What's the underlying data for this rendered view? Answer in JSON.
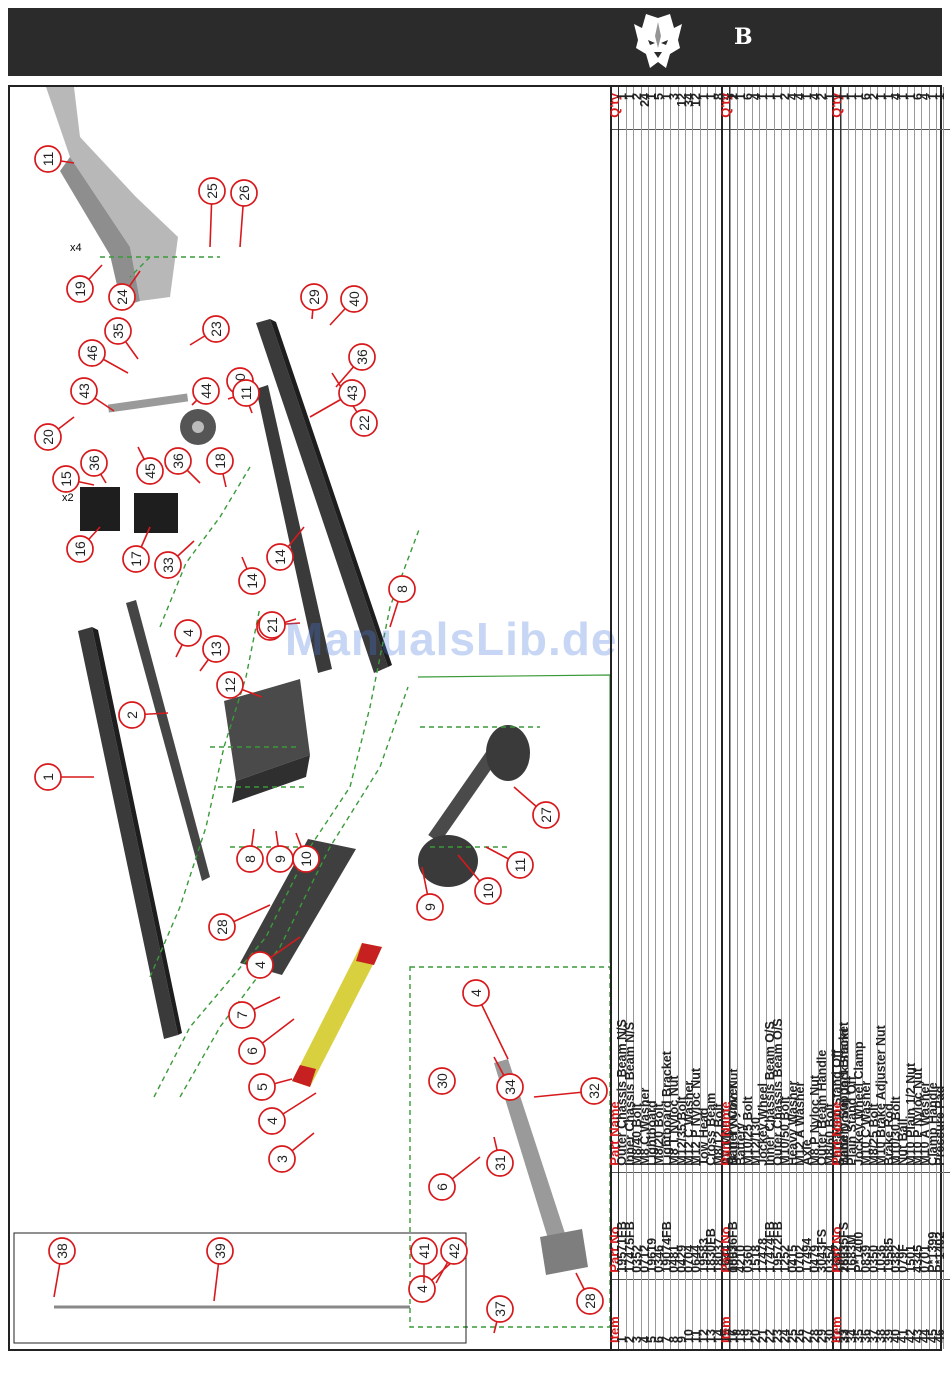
{
  "header": {
    "brand_letter": "B"
  },
  "watermark": "ManualsLib.de",
  "diagram": {
    "multipliers": [
      "x4",
      "x2"
    ],
    "callouts": [
      "1",
      "2",
      "3",
      "4",
      "4",
      "4",
      "4",
      "4",
      "4",
      "5",
      "6",
      "6",
      "7",
      "8",
      "8",
      "9",
      "9",
      "10",
      "10",
      "10",
      "11",
      "11",
      "11",
      "12",
      "13",
      "14",
      "14",
      "15",
      "16",
      "17",
      "18",
      "19",
      "20",
      "21",
      "22",
      "23",
      "24",
      "25",
      "26",
      "27",
      "28",
      "28",
      "29",
      "30",
      "31",
      "32",
      "33",
      "34",
      "35",
      "36",
      "36",
      "36",
      "37",
      "38",
      "39",
      "40",
      "41",
      "42",
      "43",
      "43",
      "44",
      "45",
      "46"
    ]
  },
  "parts_tables": [
    {
      "headers": [
        "Item",
        "Part No",
        "Part Name",
        "Q'ty"
      ],
      "rows": [
        [
          "1",
          "19571FB",
          "Outer Chassis Beam N/S",
          "1"
        ],
        [
          "2",
          "17475FB",
          "Inner Chassis Beam N/S",
          "1"
        ],
        [
          "3",
          "0352",
          "M8/40 Bolt",
          "2"
        ],
        [
          "4",
          "0712",
          "M8 C Washer",
          "24"
        ],
        [
          "5",
          "19619",
          "Lightboard",
          "1"
        ],
        [
          "6",
          "0346",
          "M8/20 Bolt",
          "5"
        ],
        [
          "7",
          "19074FB",
          "Lightboard Bracket",
          "1"
        ],
        [
          "8",
          "0481",
          "M8 T Nyloc Nut",
          "3"
        ],
        [
          "9",
          "0429",
          "M12/35 Bolt",
          "12"
        ],
        [
          "10",
          "0704",
          "M12 C Washer",
          "34"
        ],
        [
          "11",
          "0644",
          "M12 P Nyloc Nut",
          "12"
        ],
        [
          "12",
          "19583",
          "Tow Head",
          "1"
        ],
        [
          "13",
          "1830FB",
          "Cross Beam",
          "1"
        ],
        [
          "14",
          "18037",
          "M8/12 Bolt",
          "8"
        ],
        [
          "15",
          "1644",
          "AV Mount",
          "4"
        ],
        [
          "16",
          "0052",
          "M10 T Nyloc Nut",
          "2"
        ]
      ]
    },
    {
      "headers": [
        "Item",
        "Part No",
        "Part Name",
        "Q'ty"
      ],
      "rows": [
        [
          "17",
          "18036FB",
          "Battery Cover",
          "1"
        ],
        [
          "18",
          "4210",
          "Battery",
          "1"
        ],
        [
          "19",
          "0360",
          "M10/25 Bolt",
          "6"
        ],
        [
          "20",
          "1518",
          "M12/130",
          "4"
        ],
        [
          "21",
          "17478",
          "Jockey Wheel",
          "1"
        ],
        [
          "22",
          "17474FB",
          "Inner Chassis Beam O/S",
          "1"
        ],
        [
          "23",
          "19572FB",
          "Outer Chassis Beam O/S",
          "1"
        ],
        [
          "24",
          "1252",
          "M10/50 Bolt",
          "2"
        ],
        [
          "25",
          "0415",
          "Heavy Washer",
          "4"
        ],
        [
          "26",
          "0702",
          "M12 A Washer",
          "4"
        ],
        [
          "27",
          "17494",
          "Axle",
          "1"
        ],
        [
          "28",
          "0479",
          "M8 P Nyloc Nut",
          "4"
        ],
        [
          "29",
          "3043FS",
          "Outer Beam Handle",
          "2"
        ],
        [
          "30",
          "0354",
          "M8/60 Bolt",
          "1"
        ],
        [
          "31",
          "1682",
          "Threaded Stand Off",
          "1"
        ],
        [
          "32",
          "2633",
          "Wind Down Jack Stand",
          "1"
        ]
      ]
    },
    {
      "headers": [
        "Item",
        "Part No",
        "Part Name",
        "Q'ty"
      ],
      "rows": [
        [
          "33",
          "18035FS",
          "Battery Support Bracket",
          "1"
        ],
        [
          "34",
          "1683M",
          "Plain Stand Off",
          "1"
        ],
        [
          "35",
          "P*1400",
          "Jockey Wheel Clamp",
          "1"
        ],
        [
          "36",
          "0839",
          "M10 C Washer",
          "6"
        ],
        [
          "37",
          "0350",
          "M8/25 Bolt",
          "2"
        ],
        [
          "38",
          "1036",
          "M10 Brake Adjuster Nut",
          "1"
        ],
        [
          "39",
          "19585",
          "Brake Rod",
          "1"
        ],
        [
          "40",
          "0382",
          "M10/30 Bolt",
          "4"
        ],
        [
          "41",
          "079F",
          "Nut Ball",
          "1"
        ],
        [
          "42",
          "1501",
          "M10 Plain 1/2 Nut",
          "1"
        ],
        [
          "43",
          "4345",
          "M10 P Nyloc Nut",
          "6"
        ],
        [
          "44",
          "0701",
          "M10 A Washer",
          "4"
        ],
        [
          "45",
          "P*1399",
          "Clamp Handle",
          "1"
        ],
        [
          "46",
          "P*1402",
          "Pressure Pad",
          "1"
        ],
        [
          "",
          "",
          "",
          ""
        ],
        [
          "",
          "",
          "",
          ""
        ]
      ]
    }
  ]
}
